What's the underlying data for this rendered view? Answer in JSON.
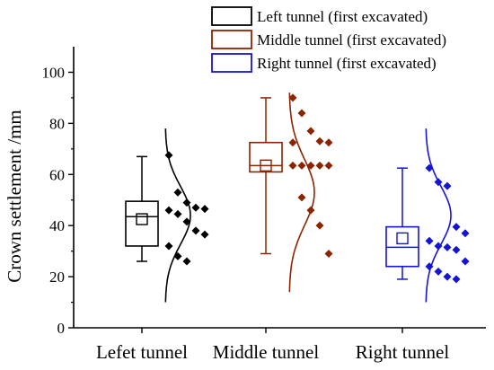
{
  "chart_data": {
    "type": "box",
    "ylabel": "Crown settlement /mm",
    "ylim": [
      0,
      110
    ],
    "yticks": [
      0,
      20,
      40,
      60,
      80,
      100
    ],
    "categories": [
      "Lefet tunnel",
      "Middle tunnel",
      "Right tunnel"
    ],
    "legend": [
      {
        "label": "Left tunnel (first excavated)",
        "color": "#000000"
      },
      {
        "label": "Middle tunnel (first excavated)",
        "color": "#8B2500"
      },
      {
        "label": "Right tunnel (first excavated)",
        "color": "#1414D2"
      }
    ],
    "legend_position": "top-right",
    "series": [
      {
        "color": "#000000",
        "box": {
          "min": 26,
          "q1": 32,
          "median": 43.5,
          "q3": 49.5,
          "max": 67,
          "mean": 42.5
        },
        "points": [
          67.5,
          53,
          49,
          47,
          46.5,
          46,
          44.5,
          41.5,
          38,
          36.5,
          32,
          28,
          26
        ],
        "curve_range": [
          10,
          78
        ]
      },
      {
        "color": "#8B2500",
        "box": {
          "min": 29,
          "q1": 61,
          "median": 63.5,
          "q3": 72.5,
          "max": 90,
          "mean": 63.5
        },
        "points": [
          90,
          84,
          77,
          73,
          72.5,
          72.5,
          63.5,
          63.5,
          63.5,
          63.5,
          63.5,
          51,
          46,
          40,
          29
        ],
        "curve_range": [
          14,
          92
        ]
      },
      {
        "color": "#1414D2",
        "box": {
          "min": 19,
          "q1": 24,
          "median": 31.5,
          "q3": 39.5,
          "max": 62.5,
          "mean": 35
        },
        "points": [
          62.5,
          57,
          55.5,
          39.5,
          37,
          34,
          32,
          31.5,
          30.5,
          26,
          24,
          22,
          20,
          19
        ],
        "curve_range": [
          10,
          78
        ]
      }
    ]
  }
}
